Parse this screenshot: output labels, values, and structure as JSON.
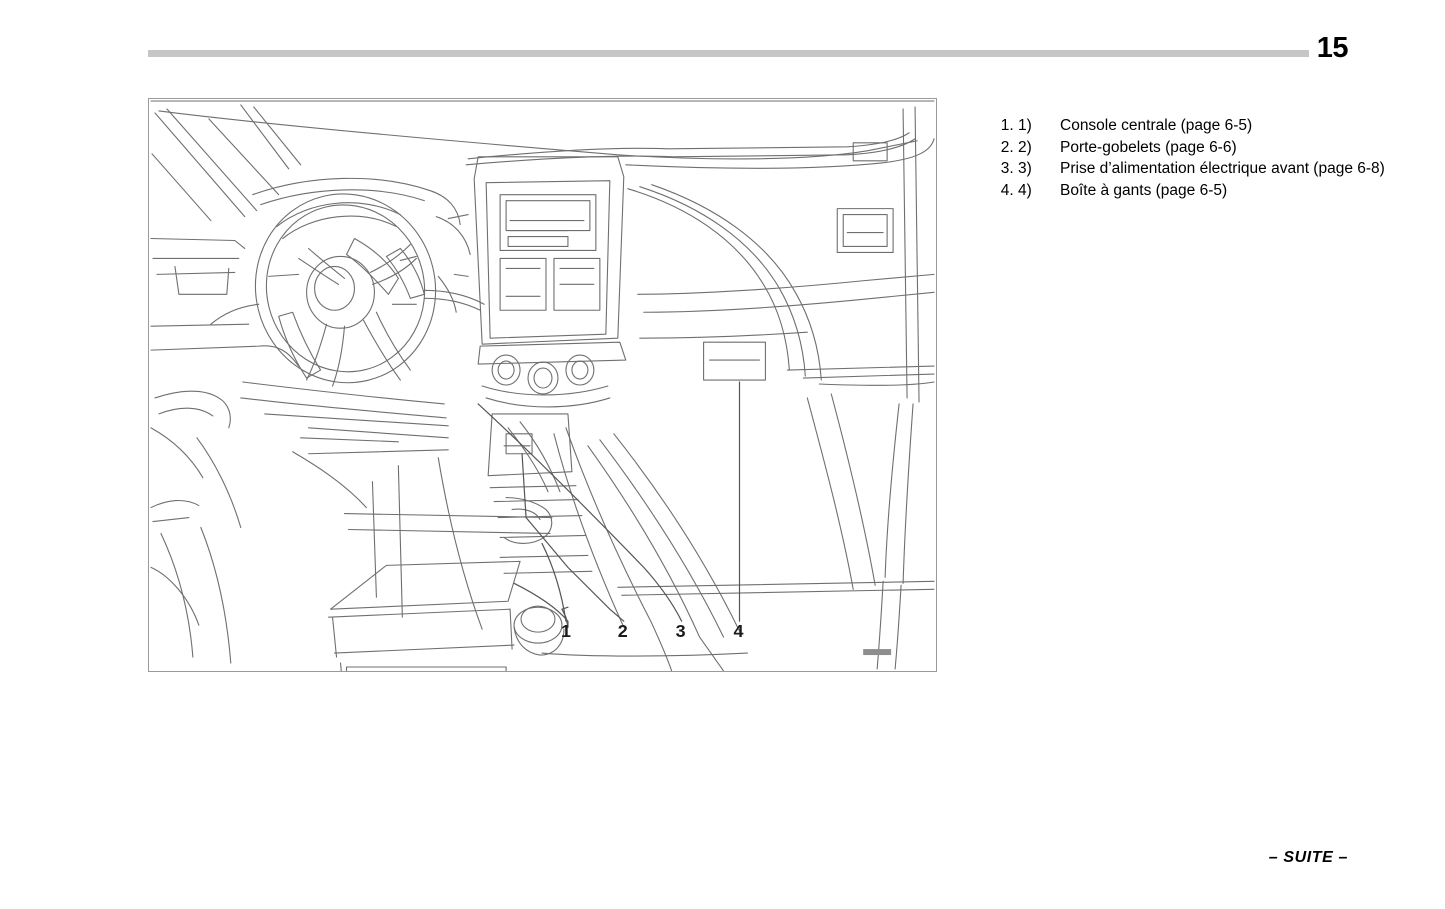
{
  "header": {
    "page_number": "15",
    "rule_color": "#c6c6c6"
  },
  "figure": {
    "name": "interieur-tableau-de-bord",
    "callout_numbers": [
      "1",
      "2",
      "3",
      "4"
    ]
  },
  "callouts": [
    {
      "marker": "1)",
      "label": "Console centrale (page 6-5)",
      "justified": false
    },
    {
      "marker": "2)",
      "label": "Porte-gobelets (page 6-6)",
      "justified": false
    },
    {
      "marker": "3)",
      "label": "Prise d’alimentation électrique avant (page 6-8)",
      "justified": true
    },
    {
      "marker": "4)",
      "label": "Boîte à gants (page 6-5)",
      "justified": false
    }
  ],
  "footer": {
    "continuation": "– SUITE –"
  }
}
